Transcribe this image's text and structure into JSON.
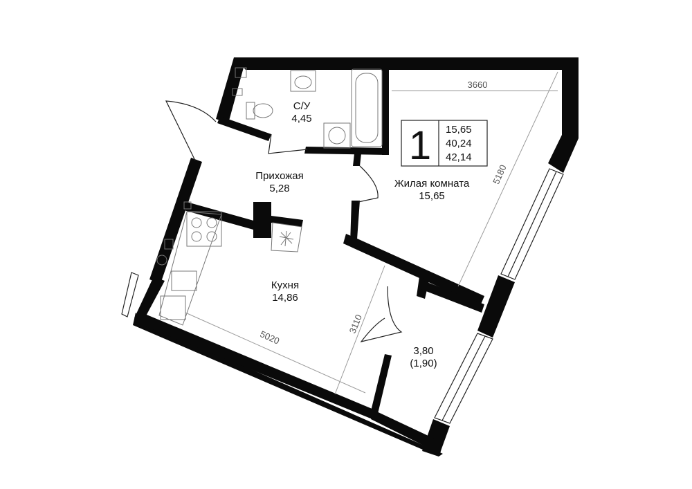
{
  "rooms": {
    "bathroom": {
      "name": "С/У",
      "area": "4,45"
    },
    "hallway": {
      "name": "Прихожая",
      "area": "5,28"
    },
    "living": {
      "name": "Жилая комната",
      "area": "15,65"
    },
    "kitchen": {
      "name": "Кухня",
      "area": "14,86"
    },
    "balcony": {
      "area": "3,80",
      "area_reduced": "(1,90)"
    }
  },
  "legend": {
    "rooms_count": "1",
    "living_area": "15,65",
    "total_area": "40,24",
    "total_area_with_balcony": "42,14"
  },
  "dimensions": {
    "living_width": "3660",
    "living_length": "5180",
    "kitchen_length": "5020",
    "kitchen_width": "3110"
  }
}
